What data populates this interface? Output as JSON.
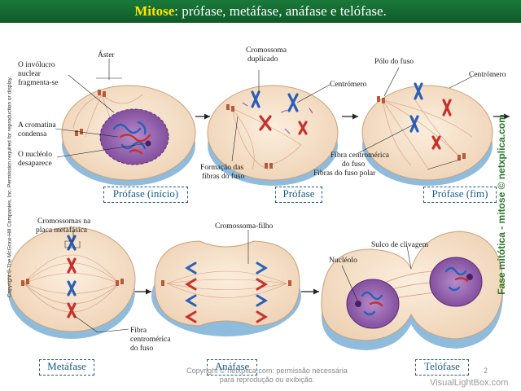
{
  "title": {
    "prefix": "Mitose",
    "rest": ": prófase, metáfase, anáfase e telófase."
  },
  "stages": [
    "Prófase (início)",
    "Prófase",
    "Prófase (fim)",
    "Metáfase",
    "Anáfase",
    "Telófase"
  ],
  "labels": {
    "involucro": [
      "O invólucro",
      "nuclear",
      "fragmenta-se"
    ],
    "aster": "Áster",
    "cromatina": [
      "A cromatina",
      "condensa"
    ],
    "nucleolo_des": [
      "O nucléolo",
      "desaparece"
    ],
    "cromossoma_dup": [
      "Cromossoma",
      "duplicado"
    ],
    "centromero": "Centrómero",
    "formacao": [
      "Formação das",
      "fibras do fuso"
    ],
    "polo": "Pólo do fuso",
    "centromero2": "Centrómero",
    "fibra_centromerica": [
      "Fibra centromérica",
      "do fuso"
    ],
    "fibras_polar": "Fibras do fuso polar",
    "cromossomas_placa": [
      "Cromossomas na",
      "placa metafásica"
    ],
    "cromossoma_filho": "Cromossoma-filho",
    "sulco": "Sulco de clivagem",
    "nucleolo": "Nucléolo",
    "fibra_centromerica2": [
      "Fibra",
      "centromérica",
      "do fuso"
    ]
  },
  "side_copyright": "Copyright © The McGraw-Hill Companies, Inc. Permission required for reproduction or display.",
  "side_site": "Fase mitótica - mitose © netxplica.com",
  "footer_note": "Copyright © netxplica.com: permissão necessária para reprodução ou exibição.",
  "page_number": "2",
  "watermark": "VisualLightBox.com",
  "colors": {
    "title_bg": "#1a7a3a",
    "title_highlight": "#ffe600",
    "cell_fill": "#f6e3cc",
    "cell_rim": "#7fb2d6",
    "nucleus": "#8e5aa8",
    "chrom_blue": "#2c5fb8",
    "chrom_red": "#c8302a",
    "stage_border": "#1a5c8a"
  }
}
